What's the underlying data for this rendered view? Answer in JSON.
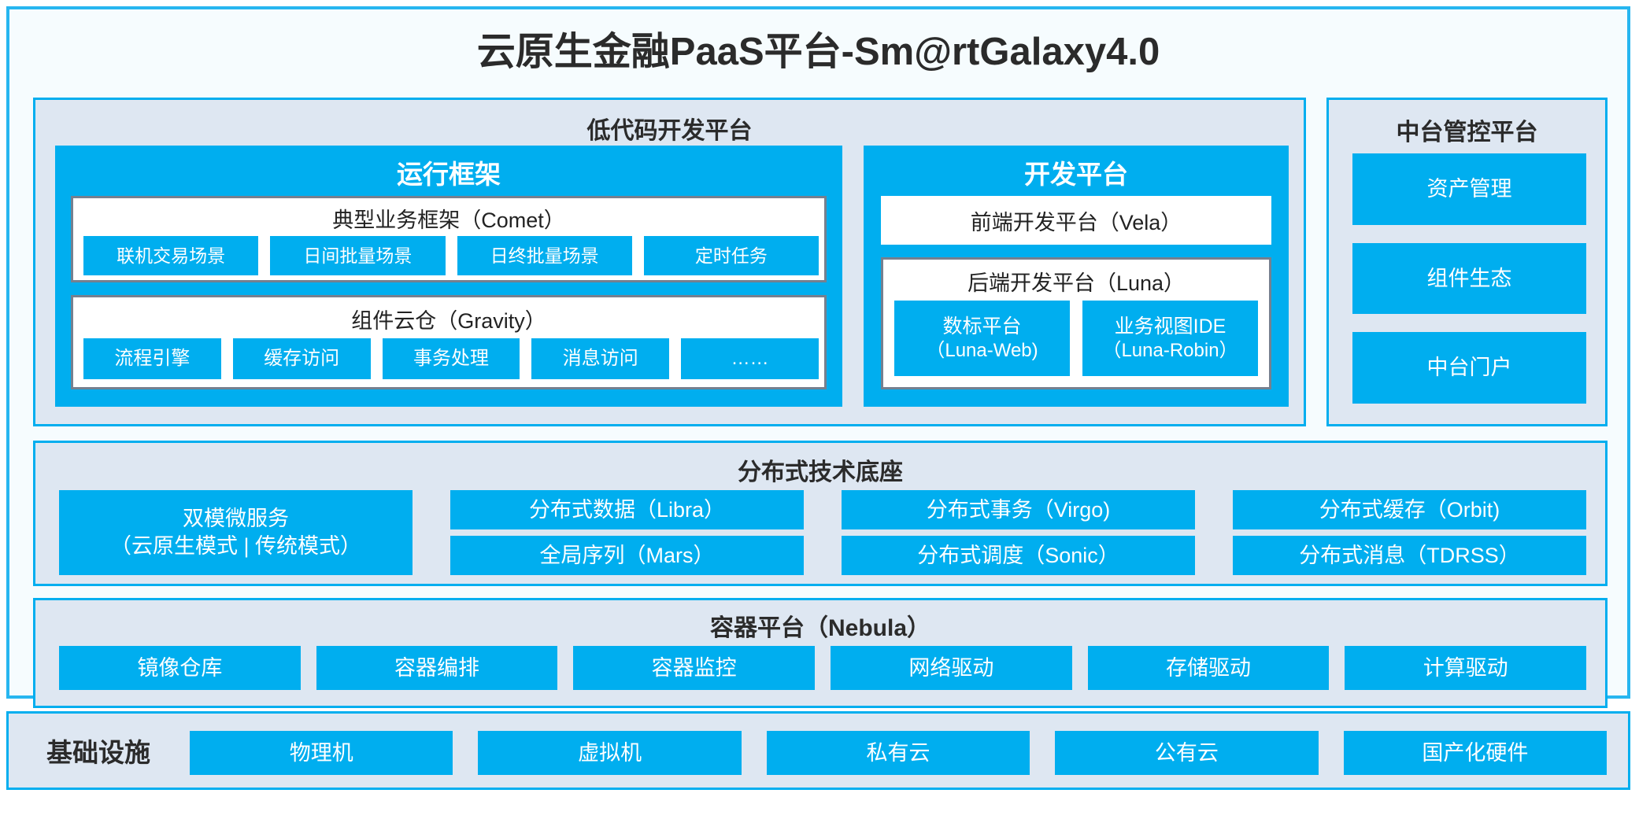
{
  "title": "云原生金融PaaS平台-Sm@rtGalaxy4.0",
  "colors": {
    "accent_blue": "#00AEEF",
    "frame_blue": "#27B6F0",
    "panel_bg": "#DEE7F2",
    "card_border_gray": "#76808F",
    "page_bg": "#F6FCFE",
    "text_dark": "#2b2b2b"
  },
  "lowcode": {
    "title": "低代码开发平台",
    "runtime": {
      "title": "运行框架",
      "comet": {
        "title": "典型业务框架（Comet）",
        "items": [
          "联机交易场景",
          "日间批量场景",
          "日终批量场景",
          "定时任务"
        ]
      },
      "gravity": {
        "title": "组件云仓（Gravity）",
        "items": [
          "流程引擎",
          "缓存访问",
          "事务处理",
          "消息访问",
          "……"
        ]
      }
    },
    "devplat": {
      "title": "开发平台",
      "vela": "前端开发平台（Vela）",
      "luna": {
        "title": "后端开发平台（Luna）",
        "items": [
          {
            "name": "数标平台",
            "sub": "（Luna-Web)"
          },
          {
            "name": "业务视图IDE",
            "sub": "（Luna-Robin）"
          }
        ]
      }
    }
  },
  "midend": {
    "title": "中台管控平台",
    "items": [
      "资产管理",
      "组件生态",
      "中台门户"
    ]
  },
  "base": {
    "title": "分布式技术底座",
    "columns": [
      {
        "type": "dual",
        "items": [
          {
            "name": "双模微服务",
            "sub": "（云原生模式 | 传统模式）"
          }
        ]
      },
      {
        "type": "stack",
        "items": [
          "分布式数据（Libra）",
          "全局序列（Mars）"
        ]
      },
      {
        "type": "stack",
        "items": [
          "分布式事务（Virgo)",
          "分布式调度（Sonic）"
        ]
      },
      {
        "type": "stack",
        "items": [
          "分布式缓存（Orbit)",
          "分布式消息（TDRSS）"
        ]
      }
    ]
  },
  "container": {
    "title": "容器平台（Nebula）",
    "items": [
      "镜像仓库",
      "容器编排",
      "容器监控",
      "网络驱动",
      "存储驱动",
      "计算驱动"
    ]
  },
  "infra": {
    "label": "基础设施",
    "items": [
      "物理机",
      "虚拟机",
      "私有云",
      "公有云",
      "国产化硬件"
    ]
  }
}
